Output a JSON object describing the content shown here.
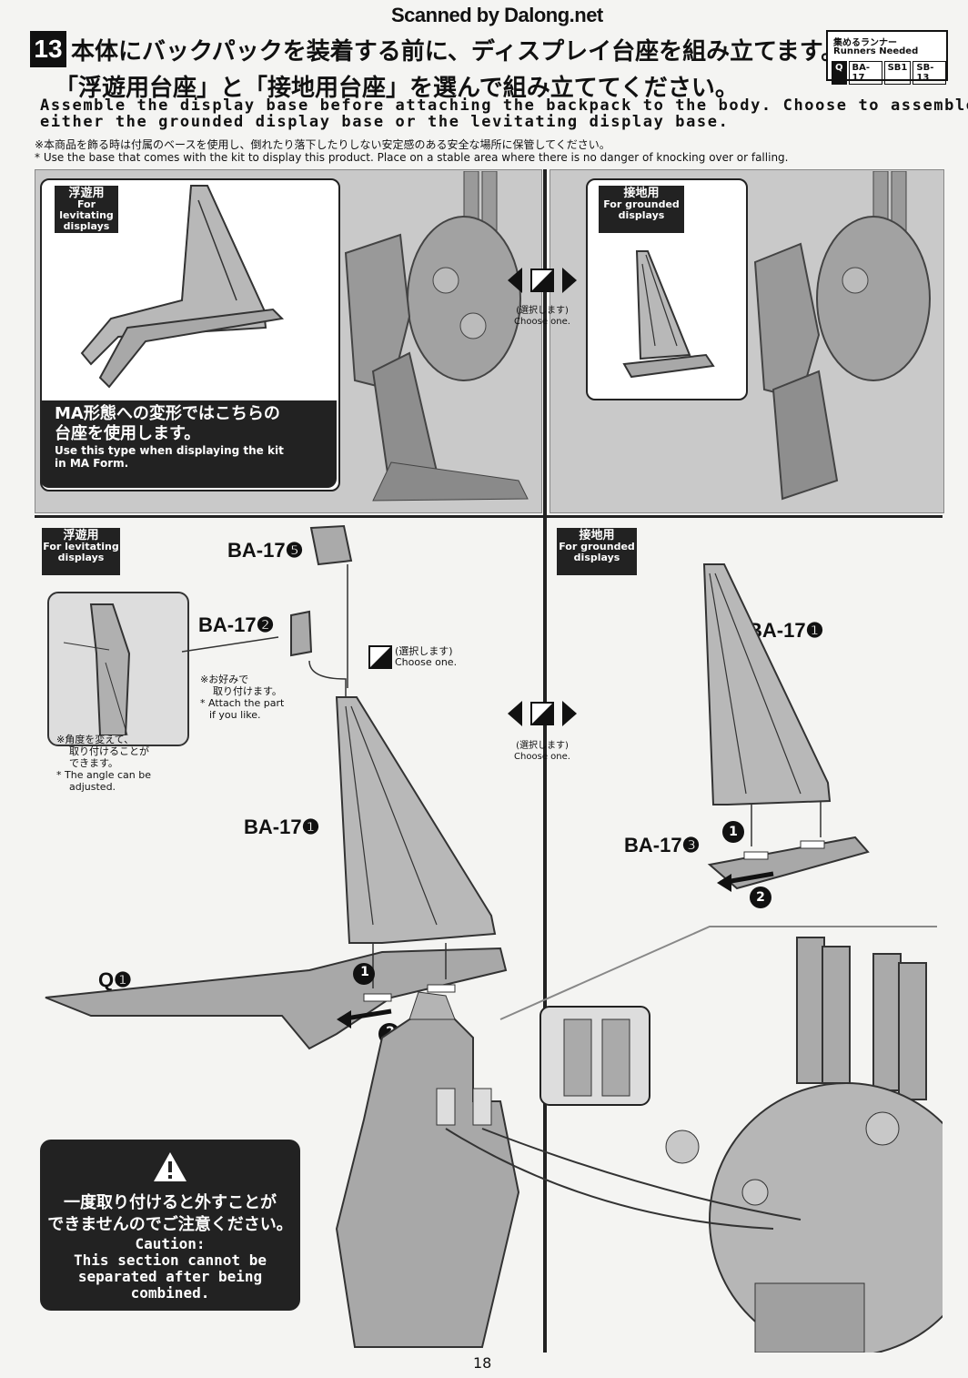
{
  "watermark": "Scanned by Dalong.net",
  "step": {
    "number": "13",
    "title_jp_line1": "本体にバックパックを装着する前に、ディスプレイ台座を組み立てます。",
    "title_jp_line2": "「浮遊用台座」と「接地用台座」を選んで組み立ててください。",
    "title_en_line1": "Assemble the display base before attaching the backpack to the body. Choose to assemble",
    "title_en_line2": "either the grounded display base or the levitating display base.",
    "note_jp": "※本商品を飾る時は付属のベースを使用し、倒れたり落下したりしない安定感のある安全な場所に保管してください。",
    "note_en": "* Use the base that comes with the kit to display this product. Place on a stable area where there is no danger of knocking over or falling."
  },
  "runners": {
    "title_jp": "集めるランナー",
    "title_en": "Runners Needed",
    "items": [
      "Q",
      "BA-17",
      "SB1",
      "SB-13"
    ]
  },
  "top_left": {
    "label_jp": "浮遊用",
    "label_en": "For levitating displays",
    "ma_jp_line1": "MA形態への変形ではこちらの",
    "ma_jp_line2": "台座を使用します。",
    "ma_en_line1": "Use this type when displaying the kit",
    "ma_en_line2": "in MA Form."
  },
  "top_right": {
    "label_jp": "接地用",
    "label_en": "For grounded displays"
  },
  "choose": {
    "jp": "(選択します)",
    "en": "Choose one."
  },
  "bottom_left": {
    "label_jp": "浮遊用",
    "label_en": "For levitating displays",
    "part_top": "BA-17❺",
    "part_mid": "BA-17❷",
    "part_main": "BA-17❶",
    "part_q": "Q❶",
    "choose_jp": "(選択します)",
    "choose_en": "Choose one.",
    "attach_jp_line1": "※お好みで",
    "attach_jp_line2": "取り付けます。",
    "attach_en_line1": "* Attach the part",
    "attach_en_line2": "if you like.",
    "angle_jp_line1": "※角度を変えて、",
    "angle_jp_line2": "取り付けることが",
    "angle_jp_line3": "できます。",
    "angle_en_line1": "* The angle can be",
    "angle_en_line2": "adjusted.",
    "step1": "1",
    "step2": "2"
  },
  "bottom_right": {
    "label_jp": "接地用",
    "label_en": "For grounded displays",
    "part_main": "BA-17❶",
    "part_base": "BA-17❸",
    "step1": "1",
    "step2": "2"
  },
  "caution": {
    "jp_line1": "一度取り付けると外すことが",
    "jp_line2": "できませんのでご注意ください。",
    "en_line1": "Caution:",
    "en_line2": "This section cannot be",
    "en_line3": "separated after being",
    "en_line4": "combined."
  },
  "page_number": "18"
}
